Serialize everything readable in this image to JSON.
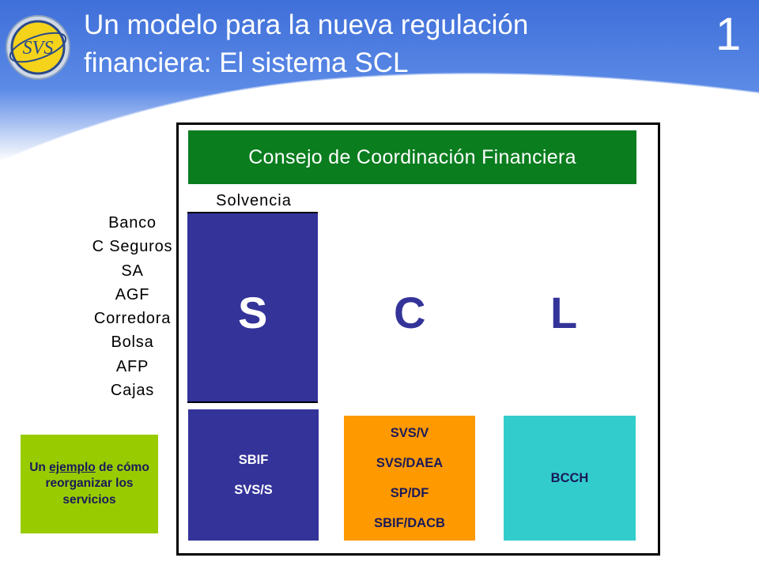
{
  "header": {
    "title_line1": "Un modelo para la nueva regulación",
    "title_line2": "financiera: El sistema SCL",
    "slide_number": "1",
    "logo_text": "SVS"
  },
  "diagram": {
    "council": "Consejo de Coordinación Financiera",
    "solvencia_label": "Solvencia",
    "letters": [
      "S",
      "C",
      "L"
    ],
    "entities": [
      "Banco",
      "C Seguros",
      "SA",
      "AGF",
      "Corredora",
      "Bolsa",
      "AFP",
      "Cajas"
    ],
    "s_box": [
      "SBIF",
      "SVS/S"
    ],
    "c_box": [
      "SVS/V",
      "SVS/DAEA",
      "SP/DF",
      "SBIF/DACB"
    ],
    "l_box": "BCCH",
    "example_note": {
      "part1": "Un ",
      "part2": "ejemplo",
      "part3": " de cómo reorganizar los servicios"
    }
  },
  "colors": {
    "council_green": "#0a7d1f",
    "s_navy": "#333399",
    "c_orange": "#ff9900",
    "l_cyan": "#33cccc",
    "note_green": "#99cc00"
  }
}
